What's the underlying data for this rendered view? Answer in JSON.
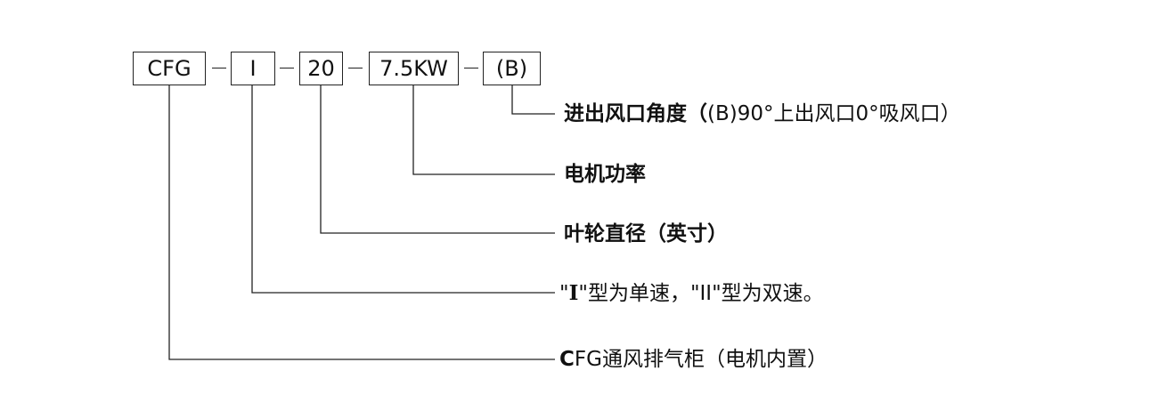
{
  "code_parts": [
    {
      "text": "CFG"
    },
    {
      "text": "I"
    },
    {
      "text": "20"
    },
    {
      "text": "7.5KW"
    },
    {
      "text": "(B)"
    }
  ],
  "descriptions": {
    "outlet": {
      "bold": "进出风口角度（",
      "normal": "(B)90°上出风口0°吸风口）"
    },
    "motor_power": {
      "bold": "电机功率"
    },
    "impeller": {
      "bold": "叶轮直径（英寸）"
    },
    "speed": {
      "q1": "\"",
      "roman1": "I",
      "rest": "\"型为单速，\"II\"型为双速。"
    },
    "product": {
      "bold": "C",
      "normal": "FG通风排气柜（电机内置）"
    }
  },
  "colors": {
    "line": "#222222",
    "text": "#111111",
    "background": "#ffffff"
  }
}
